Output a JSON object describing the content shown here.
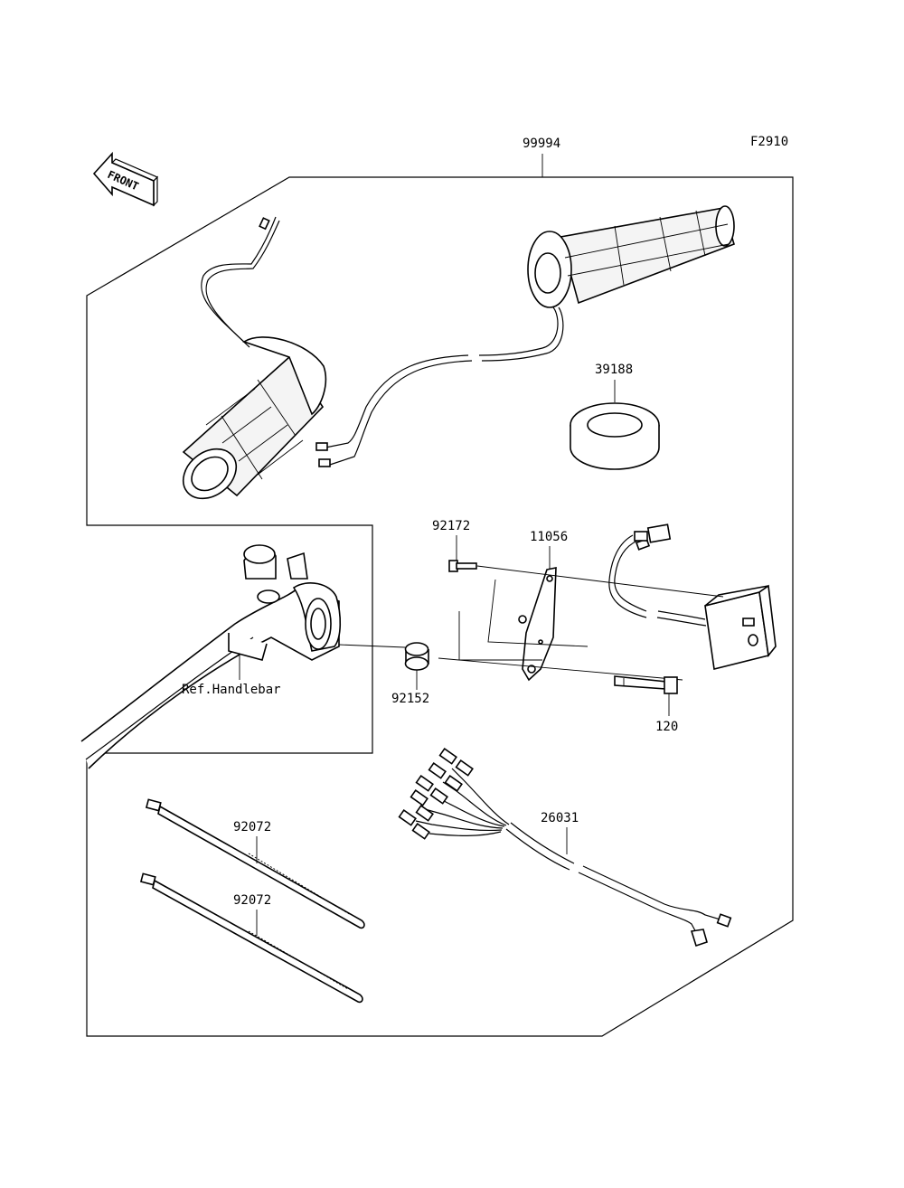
{
  "figure_code": "F2910",
  "front_label": "FRONT",
  "callouts": {
    "kit": "99994",
    "ring": "39188",
    "bolt_small": "92172",
    "bracket": "11056",
    "spacer": "92152",
    "bolt_long": "120",
    "handlebar_ref": "Ref.Handlebar",
    "harness": "26031",
    "tie_upper": "92072",
    "tie_lower": "92072"
  }
}
